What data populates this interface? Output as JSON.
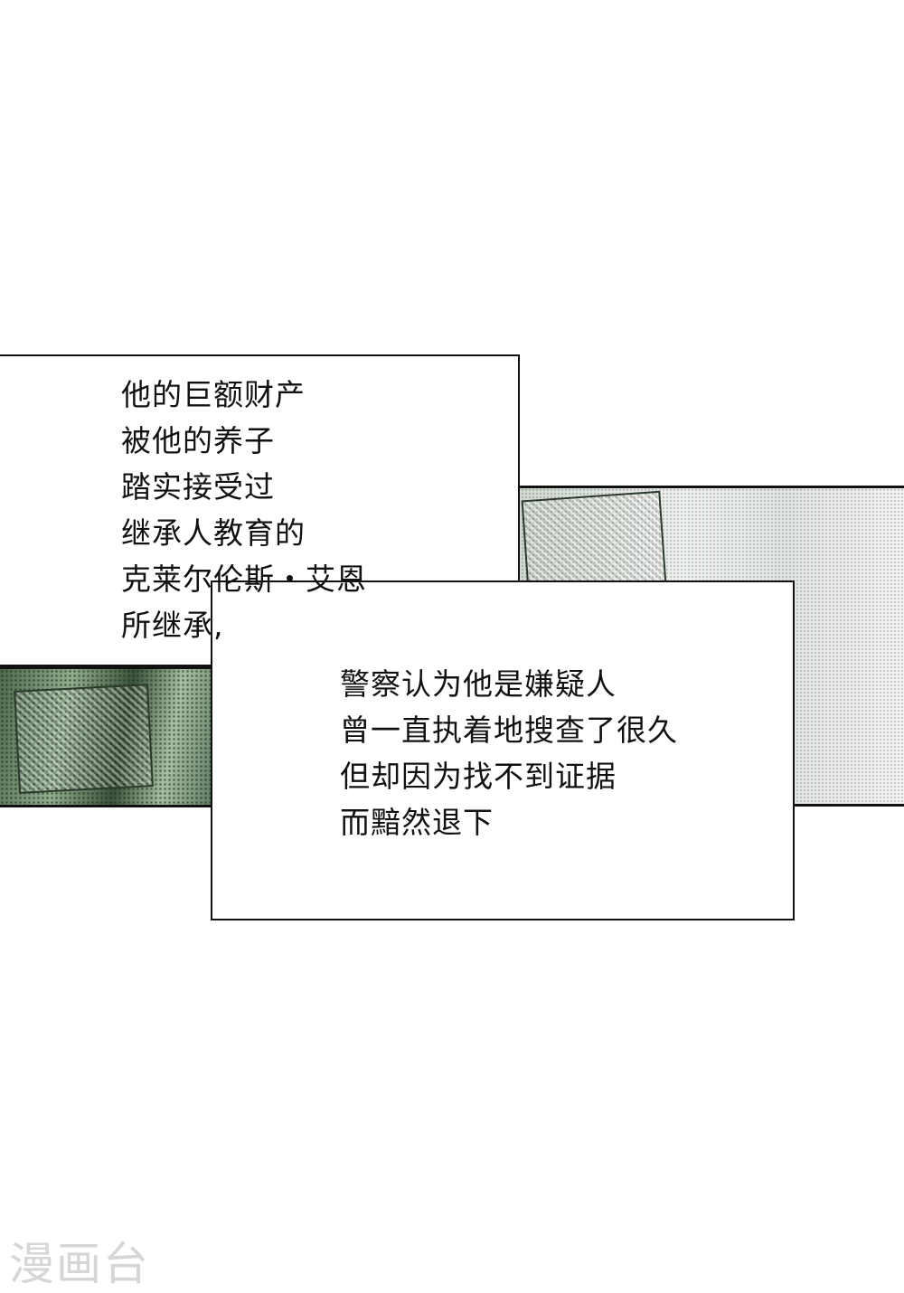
{
  "caption_box_1": {
    "lines": [
      "他的巨额财产",
      "被他的养子",
      "踏实接受过",
      "继承人教育的",
      "克莱尔伦斯・艾恩",
      "所继承,"
    ]
  },
  "caption_box_2": {
    "lines": [
      "警察认为他是嫌疑人",
      "曾一直执着地搜查了很久",
      "但却因为找不到证据",
      "而黯然退下"
    ]
  },
  "watermark": {
    "text": "漫画台"
  }
}
